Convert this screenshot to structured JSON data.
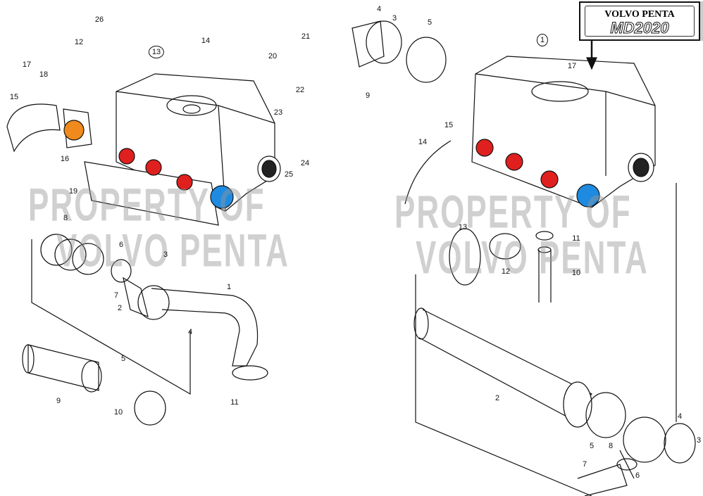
{
  "logo": {
    "brand": "VOLVO PENTA",
    "model": "MD2020"
  },
  "watermark": {
    "line1": "PROPERTY OF",
    "line2": "VOLVO PENTA"
  },
  "left_callouts": [
    "26",
    "12",
    "17",
    "18",
    "15",
    "16",
    "14",
    "13",
    "21",
    "20",
    "22",
    "23",
    "24",
    "25",
    "19",
    "8",
    "6",
    "3",
    "7",
    "1",
    "2",
    "4",
    "5",
    "9",
    "10",
    "11"
  ],
  "right_callouts": [
    "4",
    "3",
    "5",
    "9",
    "1",
    "17",
    "15",
    "14",
    "13",
    "12",
    "11",
    "10",
    "2",
    "5",
    "4",
    "3",
    "8",
    "6",
    "7"
  ],
  "colors": {
    "red": "#e0201e",
    "blue": "#1e8be0",
    "orange": "#f08a1c"
  }
}
